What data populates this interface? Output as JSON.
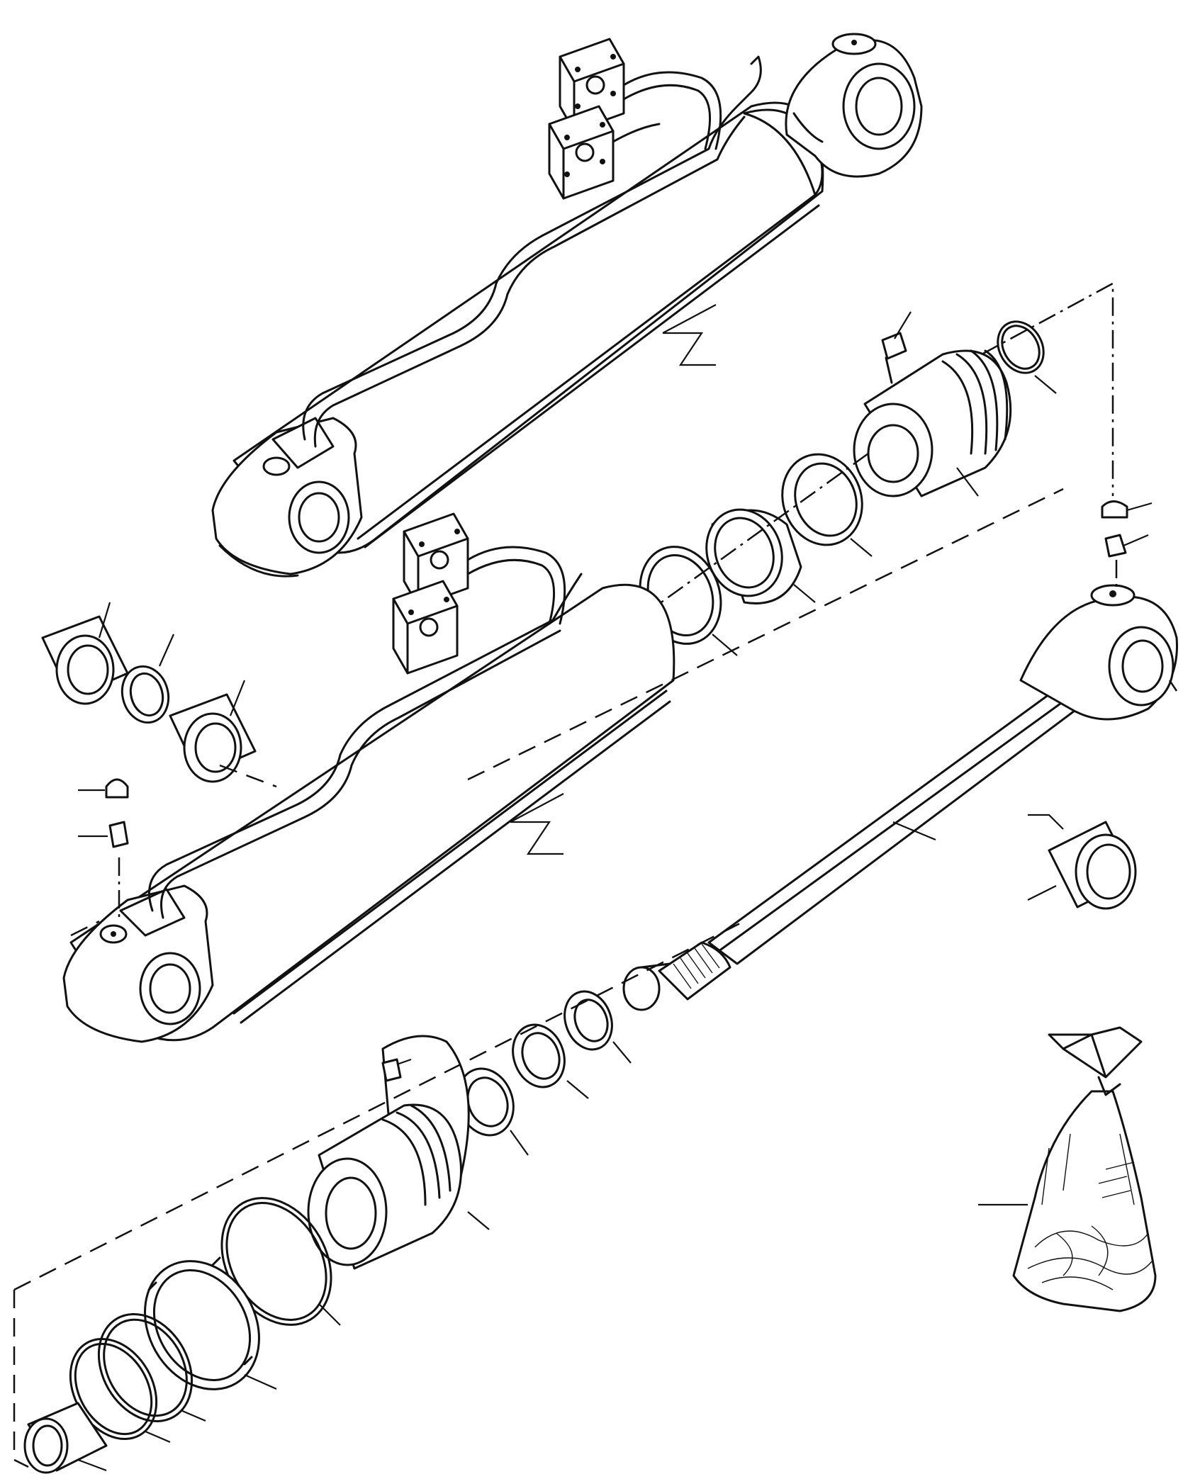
{
  "diagram": {
    "view": "exploded",
    "parts": [
      {
        "id": "cylinder-assembly-upper",
        "kind": "hydraulic cylinder assembly"
      },
      {
        "id": "cylinder-barrel",
        "kind": "cylinder barrel with tube and port flanges"
      },
      {
        "id": "piston-rod",
        "kind": "piston rod with eye"
      },
      {
        "id": "gland",
        "kind": "rod gland"
      },
      {
        "id": "piston",
        "kind": "piston"
      },
      {
        "id": "seal-kit",
        "kind": "seal kit bag"
      }
    ],
    "colors": {
      "ink": "#111111",
      "paper": "#ffffff"
    }
  }
}
